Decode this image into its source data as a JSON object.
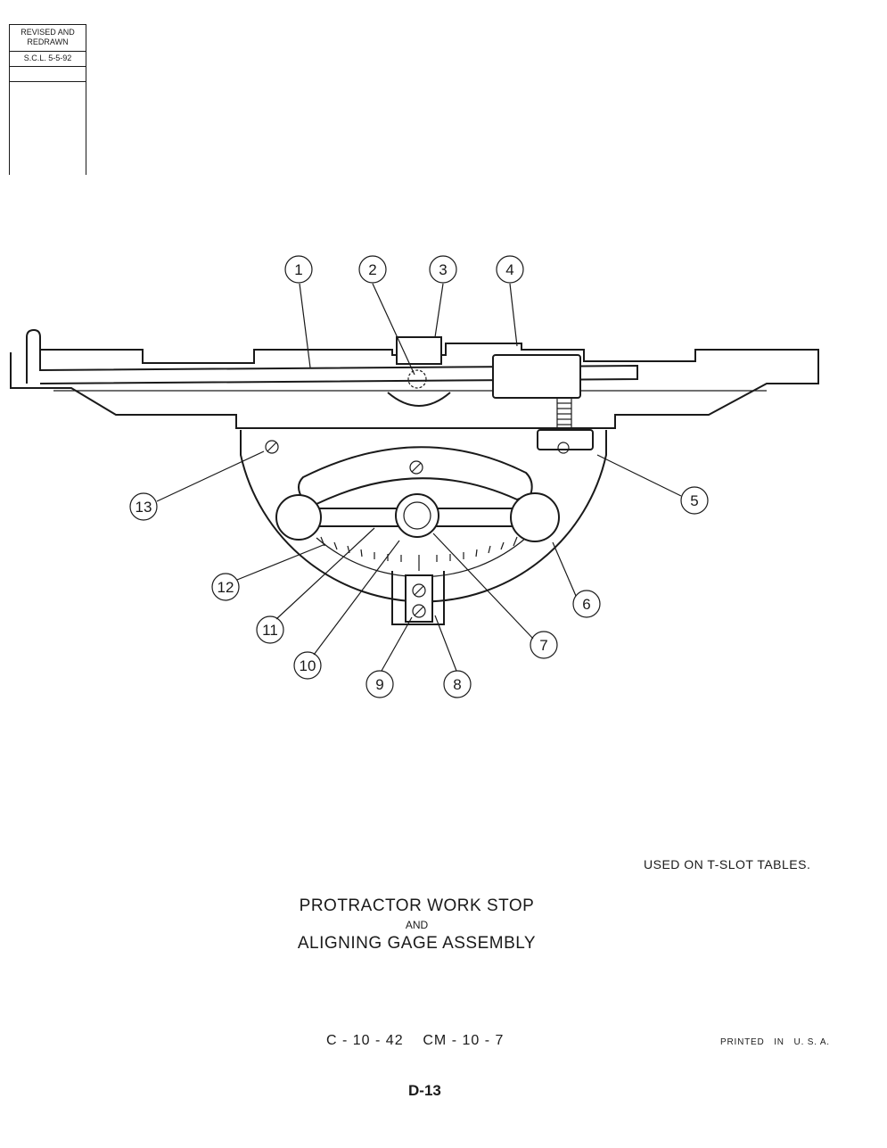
{
  "revision_block": {
    "line1": "REVISED AND",
    "line2": "REDRAWN",
    "date": "S.C.L. 5-5-92"
  },
  "callouts": [
    "1",
    "2",
    "3",
    "4",
    "5",
    "6",
    "7",
    "8",
    "9",
    "10",
    "11",
    "12",
    "13"
  ],
  "note": "USED ON T-SLOT TABLES.",
  "title": {
    "line1": "PROTRACTOR WORK STOP",
    "connector": "AND",
    "line2": "ALIGNING GAGE ASSEMBLY"
  },
  "drawing_number": "C - 10 - 42    CM - 10 - 7",
  "printed_in": "PRINTED   IN   U. S. A.",
  "page_number": "D-13"
}
